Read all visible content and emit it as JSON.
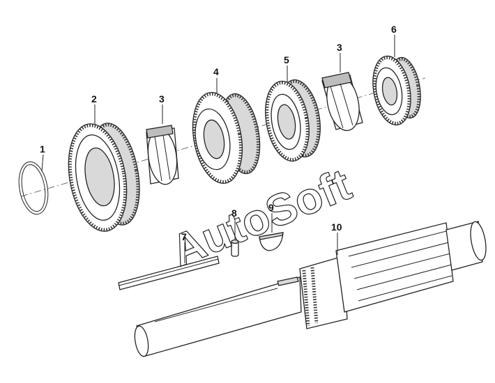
{
  "diagram": {
    "watermark": "AutoSoft",
    "callouts": [
      {
        "id": "1",
        "label": "1"
      },
      {
        "id": "2",
        "label": "2"
      },
      {
        "id": "3a",
        "label": "3"
      },
      {
        "id": "4",
        "label": "4"
      },
      {
        "id": "5",
        "label": "5"
      },
      {
        "id": "3b",
        "label": "3"
      },
      {
        "id": "6",
        "label": "6"
      },
      {
        "id": "7",
        "label": "7"
      },
      {
        "id": "8",
        "label": "8"
      },
      {
        "id": "9",
        "label": "9"
      },
      {
        "id": "10",
        "label": "10"
      }
    ]
  },
  "colors": {
    "line": "#222222",
    "shade": "#d9d9d9",
    "background": "#ffffff"
  }
}
